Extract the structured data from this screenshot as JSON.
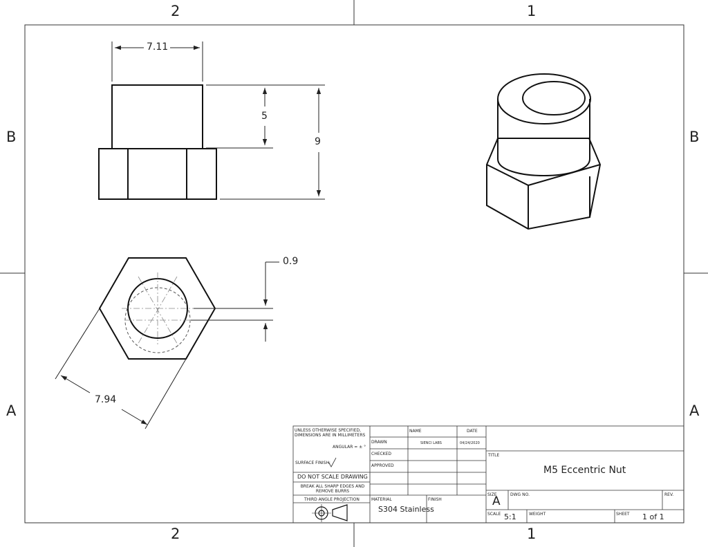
{
  "zones": {
    "top_left": "2",
    "top_right": "1",
    "bottom_left": "2",
    "bottom_right": "1",
    "left_upper": "B",
    "left_lower": "A",
    "right_upper": "B",
    "right_lower": "A"
  },
  "dimensions": {
    "width": "7.11",
    "upper_height": "5",
    "total_height": "9",
    "offset": "0.9",
    "across_flats": "7.94"
  },
  "title_block": {
    "tolerance_note": "UNLESS OTHERWISE SPECIFIED, DIMENSIONS ARE IN MILLIMETERS",
    "angular": "ANGULAR = ± °",
    "surface_finish": "SURFACE FINISH:",
    "do_not_scale": "DO NOT SCALE DRAWING",
    "break_edges": "BREAK ALL SHARP EDGES AND REMOVE BURRS",
    "projection": "THIRD ANGLE PROJECTION",
    "name_header": "NAME",
    "date_header": "DATE",
    "drawn_label": "DRAWN",
    "drawn_name": "SIENCI LABS",
    "drawn_date": "04/24/2020",
    "checked_label": "CHECKED",
    "approved_label": "APPROVED",
    "material_label": "MATERIAL",
    "material_value": "S304 Stainless",
    "finish_label": "FINISH",
    "title_label": "TITLE",
    "title_value": "M5 Eccentric Nut",
    "size_label": "SIZE",
    "size_value": "A",
    "dwg_label": "DWG NO.",
    "rev_label": "REV.",
    "scale_label": "SCALE",
    "scale_value": "5:1",
    "weight_label": "WEIGHT",
    "sheet_label": "SHEET",
    "sheet_value": "1 of 1"
  }
}
